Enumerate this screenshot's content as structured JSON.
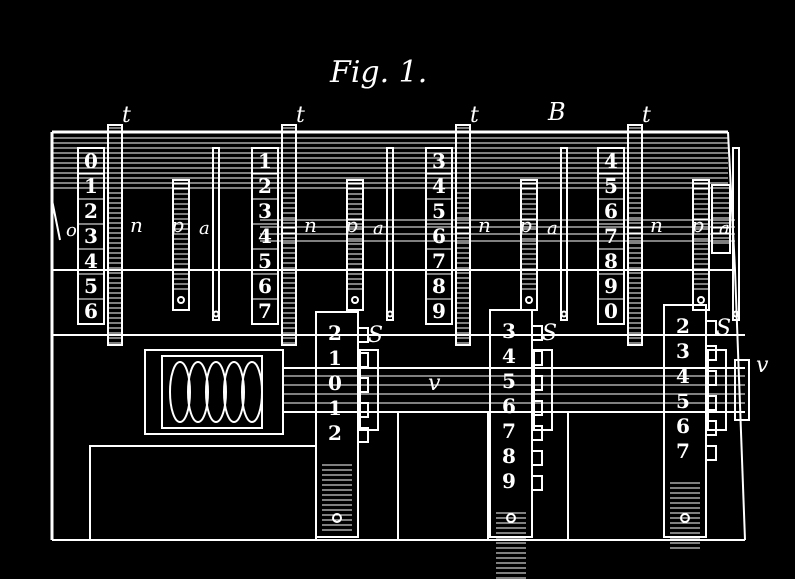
{
  "figure": {
    "title": "Fig. 1.",
    "background_color": "#000000",
    "line_color": "#ffffff",
    "frame_label": "B",
    "letters": {
      "t": "t",
      "n": "n",
      "p": "p",
      "a": "a",
      "S": "S",
      "v": "v",
      "o": "o"
    },
    "upper_columns": [
      {
        "digits": [
          "0",
          "1",
          "2",
          "3",
          "4",
          "5",
          "6"
        ]
      },
      {
        "digits": [
          "1",
          "2",
          "3",
          "4",
          "5",
          "6",
          "7"
        ]
      },
      {
        "digits": [
          "3",
          "4",
          "5",
          "6",
          "7",
          "8",
          "9"
        ]
      },
      {
        "digits": [
          "4",
          "5",
          "6",
          "7",
          "8",
          "9",
          "0"
        ]
      }
    ],
    "lower_racks": [
      {
        "digits": [
          "2",
          "1",
          "0",
          "1",
          "2"
        ]
      },
      {
        "digits": [
          "3",
          "4",
          "5",
          "6",
          "7",
          "8",
          "9"
        ]
      },
      {
        "digits": [
          "2",
          "3",
          "4",
          "5",
          "6",
          "7"
        ]
      }
    ]
  }
}
